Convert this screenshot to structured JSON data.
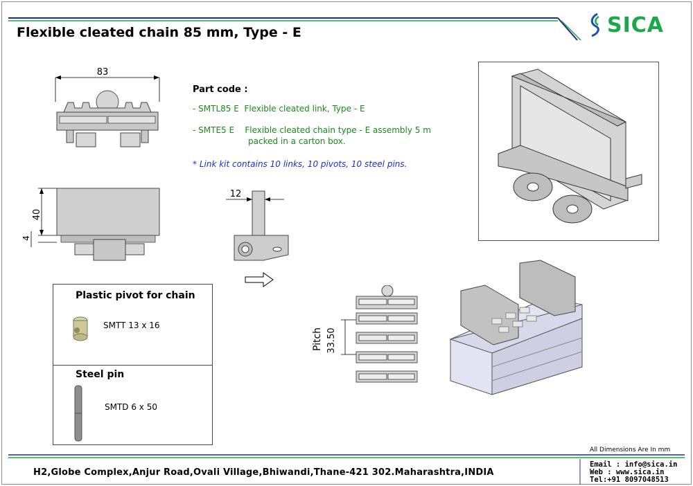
{
  "header": {
    "title": "Flexible cleated chain 85 mm, Type - E",
    "logo_text": "SICA",
    "colors": {
      "brand_green": "#1aa84a",
      "brand_blue": "#1c4fb5",
      "header_navy": "#1c2f86"
    }
  },
  "dimensions": {
    "width": "83",
    "height": "40",
    "offset": "4",
    "cleat": "12",
    "pitch_label": "Pitch",
    "pitch_value": "33.50"
  },
  "part_code": {
    "heading": "Part code :",
    "items": [
      {
        "code": "- SMTL85 E",
        "desc": "Flexible cleated link, Type - E"
      },
      {
        "code": "- SMTE5 E",
        "desc": "Flexible cleated chain type - E assembly 5 m",
        "desc2": "packed in a carton box."
      }
    ],
    "note": "* Link kit contains 10 links, 10 pivots, 10 steel pins."
  },
  "components": [
    {
      "title": "Plastic pivot for chain",
      "code": "SMTT 13 x 16"
    },
    {
      "title": "Steel pin",
      "code": "SMTD 6 x 50"
    }
  ],
  "footer": {
    "dims_note": "All Dimensions Are In mm",
    "address": "H2,Globe Complex,Anjur Road,Ovali Village,Bhiwandi,Thane-421 302.Maharashtra,INDIA",
    "email": "Email : info@sica.in",
    "web": "Web   : www.sica.in",
    "tel": "Tel:+91 8097048513"
  }
}
